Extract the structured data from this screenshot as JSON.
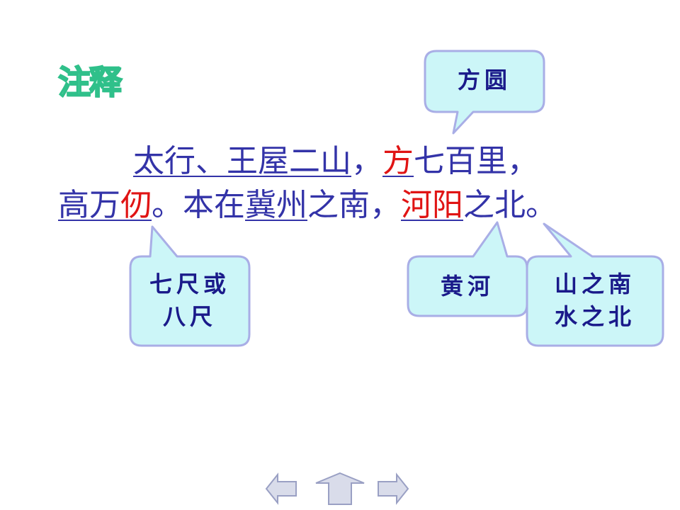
{
  "title": "注释",
  "passage": {
    "line1": [
      "太行、王屋二山",
      "，",
      "方",
      "七百里，"
    ],
    "line2": [
      "高万",
      "仞",
      "。本在",
      "冀州",
      "之南，",
      "河阳",
      "之北。"
    ]
  },
  "callouts": {
    "fang": "方圆",
    "ren": [
      "七尺或",
      "八尺"
    ],
    "he": "黄河",
    "yang": [
      "山之南",
      "水之北"
    ]
  },
  "colors": {
    "text": "#3333a8",
    "highlight": "#e01414",
    "bubble_fill": "#ccf6f8",
    "bubble_stroke": "#a9aee6"
  },
  "nav": {
    "prev": "arrow-left-icon",
    "home": "home-icon",
    "next": "arrow-right-icon"
  }
}
